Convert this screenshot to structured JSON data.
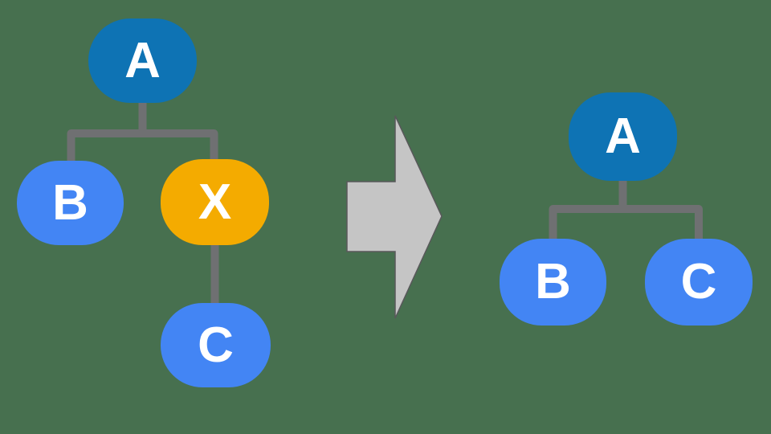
{
  "colors": {
    "background": "#47704F",
    "node_primary": "#0E73B4",
    "node_secondary": "#4385F4",
    "node_highlight": "#F4AB00",
    "node_text": "#FFFFFF",
    "connector": "#6F7072",
    "arrow_fill": "#C5C5C5",
    "arrow_stroke": "#58585A"
  },
  "before": {
    "nodes": [
      {
        "label": "A",
        "color": "#0E73B4"
      },
      {
        "label": "B",
        "color": "#4385F4"
      },
      {
        "label": "X",
        "color": "#F4AB00"
      },
      {
        "label": "C",
        "color": "#4385F4"
      }
    ],
    "edges": [
      "A-B",
      "A-X",
      "X-C"
    ]
  },
  "after": {
    "nodes": [
      {
        "label": "A",
        "color": "#0E73B4"
      },
      {
        "label": "B",
        "color": "#4385F4"
      },
      {
        "label": "C",
        "color": "#4385F4"
      }
    ],
    "edges": [
      "A-B",
      "A-C"
    ]
  },
  "arrow": {
    "direction": "right"
  }
}
